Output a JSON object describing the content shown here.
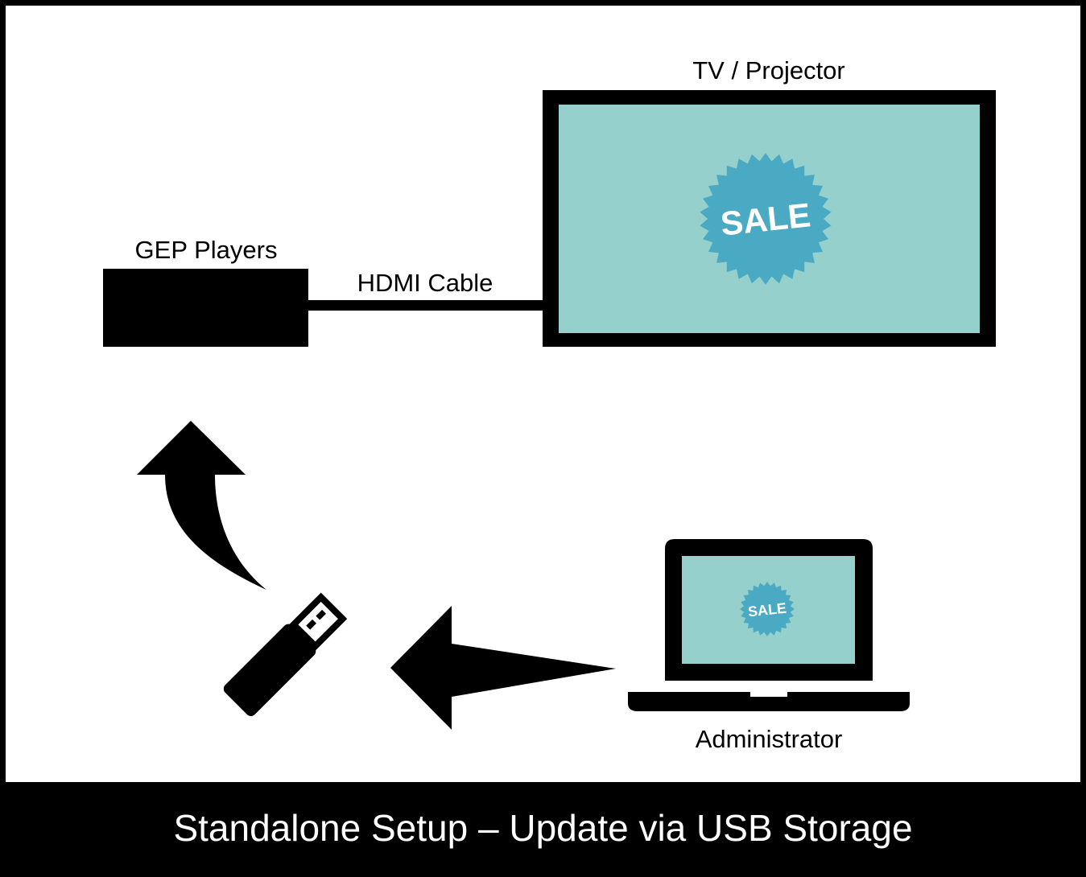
{
  "title": "Standalone Setup – Update via USB Storage",
  "nodes": {
    "player": {
      "label": "GEP Players"
    },
    "display": {
      "label": "TV / Projector",
      "screen_text": "SALE"
    },
    "admin": {
      "label": "Administrator",
      "screen_text": "SALE"
    },
    "usb": {
      "icon": "usb-drive-icon"
    }
  },
  "edges": {
    "cable": {
      "label": "HDMI Cable"
    }
  },
  "colors": {
    "frame": "#000000",
    "background": "#ffffff",
    "screen": "#96d0cc",
    "badge": "#4aaac3",
    "badge_text": "#ffffff"
  }
}
